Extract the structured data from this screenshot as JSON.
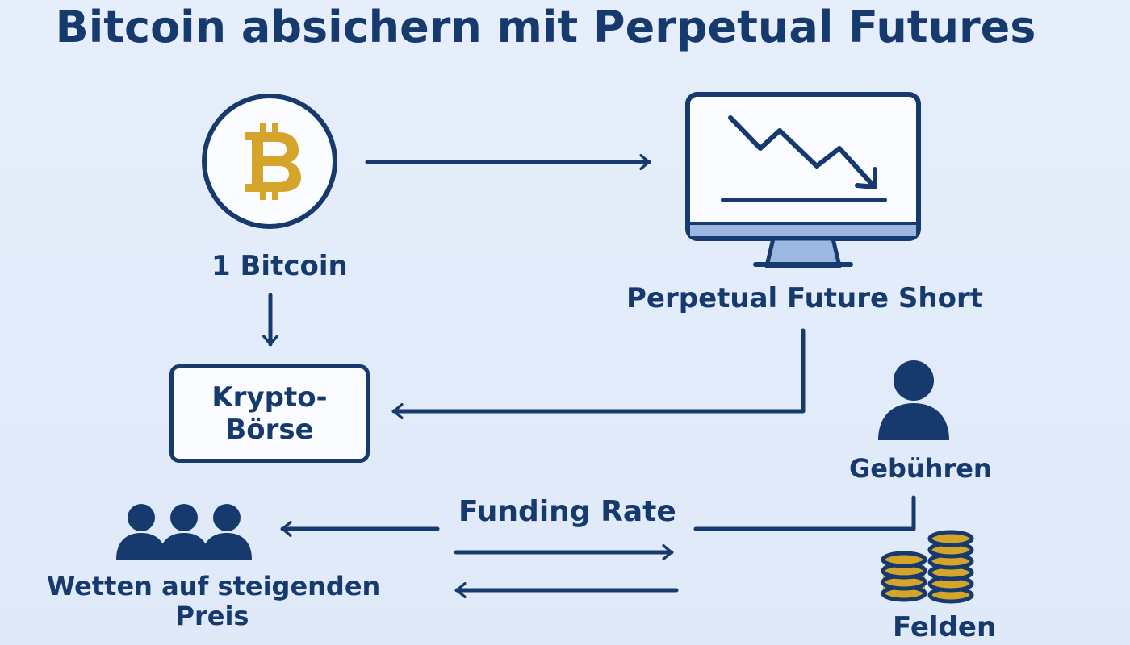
{
  "title": "Bitcoin absichern mit Perpetual Futures",
  "nodes": {
    "bitcoin": {
      "label": "1 Bitcoin",
      "symbol": "B"
    },
    "perpetual": {
      "label": "Perpetual Future Short"
    },
    "exchange": {
      "line1": "Krypto-",
      "line2": "Börse"
    },
    "fees": {
      "label": "Gebühren"
    },
    "funding": {
      "label": "Funding Rate"
    },
    "bettors": {
      "line1": "Wetten auf steigenden",
      "line2": "Preis"
    },
    "coins": {
      "label": "Felden"
    }
  },
  "icons": {
    "bitcoin": "bitcoin-icon",
    "monitor": "monitor-down-chart-icon",
    "person": "person-icon",
    "group": "group-icon",
    "coins": "coin-stacks-icon"
  },
  "colors": {
    "navy": "#163a6e",
    "gold": "#d4a52a",
    "background": "#e6eefb",
    "screen_base": "#9db8e0"
  }
}
